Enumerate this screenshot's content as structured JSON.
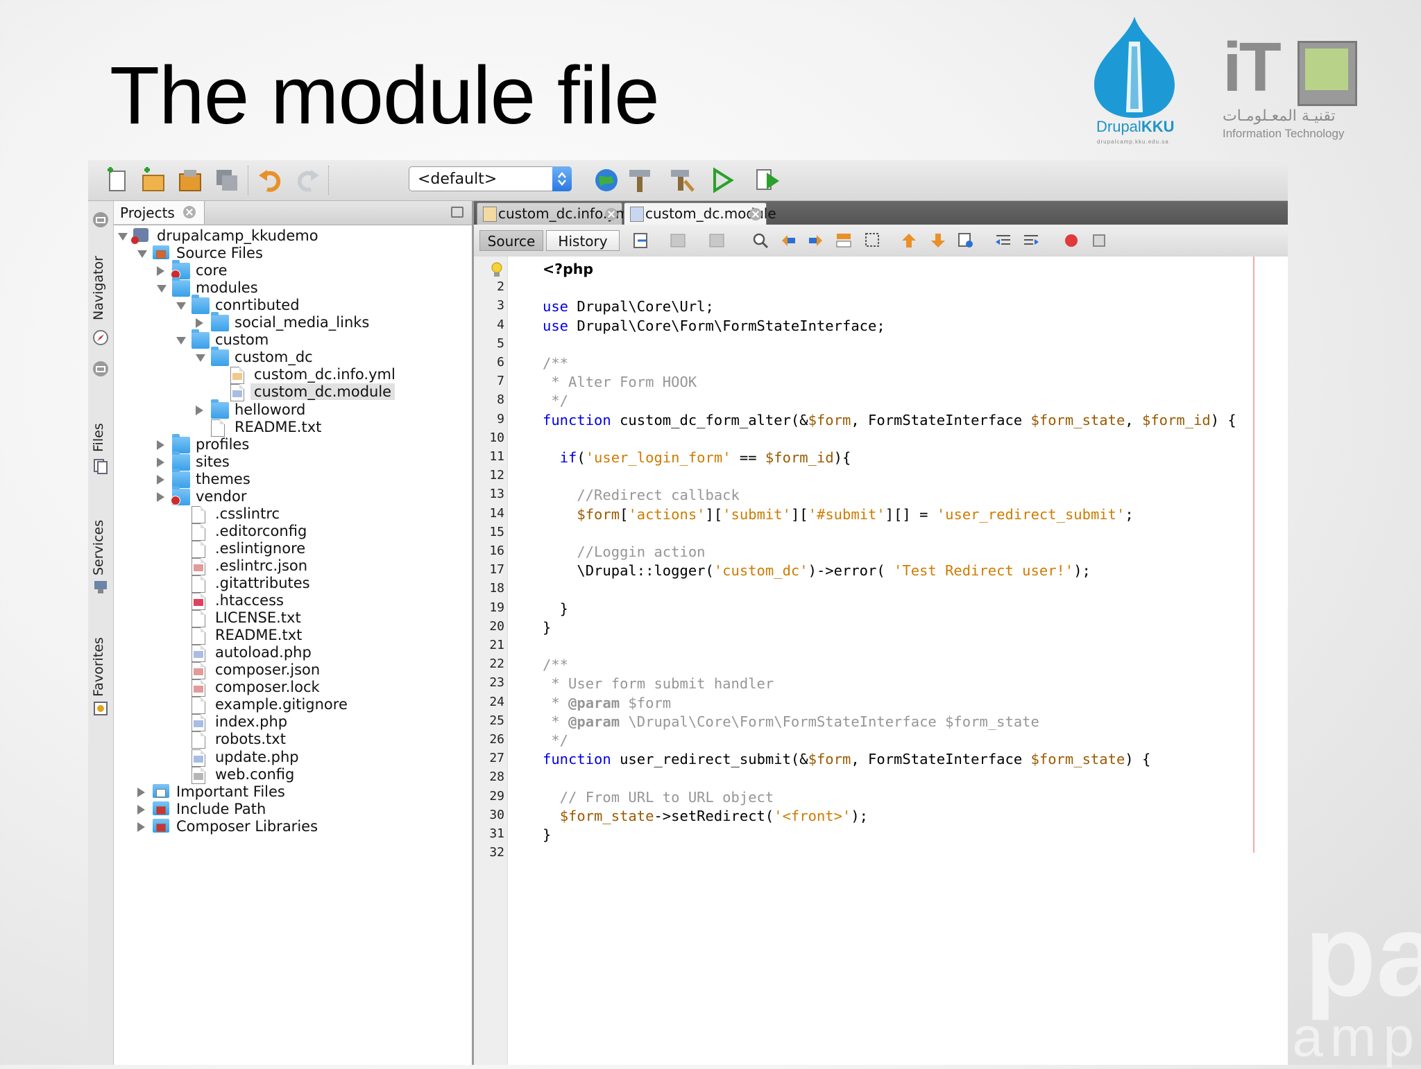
{
  "slide": {
    "title": "The module file"
  },
  "logos": {
    "drupal_name_a": "Drupal",
    "drupal_name_b": "KKU",
    "drupal_url": "drupalcamp.kku.edu.sa",
    "it_text": "iT",
    "it_arabic": "تقنيـة المعـلومـات",
    "it_english": "Information Technology",
    "watermark_1": "pa",
    "watermark_2": "amp"
  },
  "toolbar": {
    "config_value": "<default>",
    "icons": [
      "new-file-icon",
      "new-project-icon",
      "open-project-icon",
      "save-all-icon",
      "undo-icon",
      "redo-icon",
      "browser-icon",
      "build-icon",
      "clean-build-icon",
      "run-icon",
      "debug-icon"
    ]
  },
  "side_tabs": {
    "navigator": "Navigator",
    "files": "Files",
    "services": "Services",
    "favorites": "Favorites"
  },
  "projects": {
    "tab_label": "Projects",
    "tree": [
      {
        "label": "drupalcamp_kkudemo",
        "depth": 0,
        "tw": "open",
        "icon": "project"
      },
      {
        "label": "Source Files",
        "depth": 1,
        "tw": "open",
        "icon": "source"
      },
      {
        "label": "core",
        "depth": 2,
        "tw": "closed",
        "icon": "folder-red"
      },
      {
        "label": "modules",
        "depth": 2,
        "tw": "open",
        "icon": "folder"
      },
      {
        "label": "conrtibuted",
        "depth": 3,
        "tw": "open",
        "icon": "folder"
      },
      {
        "label": "social_media_links",
        "depth": 4,
        "tw": "closed",
        "icon": "folder"
      },
      {
        "label": "custom",
        "depth": 3,
        "tw": "open",
        "icon": "folder"
      },
      {
        "label": "custom_dc",
        "depth": 4,
        "tw": "open",
        "icon": "folder"
      },
      {
        "label": "custom_dc.info.yml",
        "depth": 5,
        "tw": "",
        "icon": "yml"
      },
      {
        "label": "custom_dc.module",
        "depth": 5,
        "tw": "",
        "icon": "php",
        "selected": true
      },
      {
        "label": "helloword",
        "depth": 4,
        "tw": "closed",
        "icon": "folder"
      },
      {
        "label": "README.txt",
        "depth": 4,
        "tw": "",
        "icon": "doc"
      },
      {
        "label": "profiles",
        "depth": 2,
        "tw": "closed",
        "icon": "folder"
      },
      {
        "label": "sites",
        "depth": 2,
        "tw": "closed",
        "icon": "folder"
      },
      {
        "label": "themes",
        "depth": 2,
        "tw": "closed",
        "icon": "folder"
      },
      {
        "label": "vendor",
        "depth": 2,
        "tw": "closed",
        "icon": "folder-red"
      },
      {
        "label": ".csslintrc",
        "depth": 3,
        "tw": "",
        "icon": "doc"
      },
      {
        "label": ".editorconfig",
        "depth": 3,
        "tw": "",
        "icon": "doc"
      },
      {
        "label": ".eslintignore",
        "depth": 3,
        "tw": "",
        "icon": "doc"
      },
      {
        "label": ".eslintrc.json",
        "depth": 3,
        "tw": "",
        "icon": "json"
      },
      {
        "label": ".gitattributes",
        "depth": 3,
        "tw": "",
        "icon": "doc"
      },
      {
        "label": ".htaccess",
        "depth": 3,
        "tw": "",
        "icon": "htaccess"
      },
      {
        "label": "LICENSE.txt",
        "depth": 3,
        "tw": "",
        "icon": "doc"
      },
      {
        "label": "README.txt",
        "depth": 3,
        "tw": "",
        "icon": "doc"
      },
      {
        "label": "autoload.php",
        "depth": 3,
        "tw": "",
        "icon": "php"
      },
      {
        "label": "composer.json",
        "depth": 3,
        "tw": "",
        "icon": "json"
      },
      {
        "label": "composer.lock",
        "depth": 3,
        "tw": "",
        "icon": "json"
      },
      {
        "label": "example.gitignore",
        "depth": 3,
        "tw": "",
        "icon": "doc"
      },
      {
        "label": "index.php",
        "depth": 3,
        "tw": "",
        "icon": "php"
      },
      {
        "label": "robots.txt",
        "depth": 3,
        "tw": "",
        "icon": "doc"
      },
      {
        "label": "update.php",
        "depth": 3,
        "tw": "",
        "icon": "php"
      },
      {
        "label": "web.config",
        "depth": 3,
        "tw": "",
        "icon": "config"
      },
      {
        "label": "Important Files",
        "depth": 1,
        "tw": "closed",
        "icon": "important"
      },
      {
        "label": "Include Path",
        "depth": 1,
        "tw": "closed",
        "icon": "library"
      },
      {
        "label": "Composer Libraries",
        "depth": 1,
        "tw": "closed",
        "icon": "library"
      }
    ]
  },
  "editor": {
    "tabs": [
      {
        "label": "custom_dc.info.yml",
        "active": false
      },
      {
        "label": "custom_dc.module",
        "active": true
      }
    ],
    "source_label": "Source",
    "history_label": "History",
    "current_line": 30,
    "lines": [
      {
        "n": 1,
        "segs": [
          [
            "<?php",
            "php"
          ]
        ]
      },
      {
        "n": 2,
        "segs": []
      },
      {
        "n": 3,
        "segs": [
          [
            "use",
            "kw"
          ],
          [
            " Drupal\\Core\\Url;",
            ""
          ]
        ]
      },
      {
        "n": 4,
        "segs": [
          [
            "use",
            "kw"
          ],
          [
            " Drupal\\Core\\Form\\FormStateInterface;",
            ""
          ]
        ]
      },
      {
        "n": 5,
        "segs": []
      },
      {
        "n": 6,
        "segs": [
          [
            "/**",
            "cm"
          ]
        ]
      },
      {
        "n": 7,
        "segs": [
          [
            " * Alter Form HOOK",
            "cm"
          ]
        ]
      },
      {
        "n": 8,
        "segs": [
          [
            " */",
            "cm"
          ]
        ]
      },
      {
        "n": 9,
        "segs": [
          [
            "function",
            "kw"
          ],
          [
            " custom_dc_form_alter(&",
            ""
          ],
          [
            "$form",
            "var"
          ],
          [
            ", FormStateInterface ",
            ""
          ],
          [
            "$form_state",
            "var"
          ],
          [
            ", ",
            ""
          ],
          [
            "$form_id",
            "var"
          ],
          [
            ") {",
            ""
          ]
        ]
      },
      {
        "n": 10,
        "segs": []
      },
      {
        "n": 11,
        "segs": [
          [
            "  ",
            ""
          ],
          [
            "if",
            "kw"
          ],
          [
            "(",
            ""
          ],
          [
            "'user_login_form'",
            "str"
          ],
          [
            " == ",
            ""
          ],
          [
            "$form_id",
            "var"
          ],
          [
            "){",
            ""
          ]
        ]
      },
      {
        "n": 12,
        "segs": []
      },
      {
        "n": 13,
        "segs": [
          [
            "    //Redirect callback",
            "cm"
          ]
        ]
      },
      {
        "n": 14,
        "segs": [
          [
            "    ",
            ""
          ],
          [
            "$form",
            "var"
          ],
          [
            "[",
            ""
          ],
          [
            "'actions'",
            "str"
          ],
          [
            "][",
            ""
          ],
          [
            "'submit'",
            "str"
          ],
          [
            "][",
            ""
          ],
          [
            "'#submit'",
            "str"
          ],
          [
            "][] = ",
            ""
          ],
          [
            "'user_redirect_submit'",
            "str"
          ],
          [
            ";",
            ""
          ]
        ]
      },
      {
        "n": 15,
        "segs": []
      },
      {
        "n": 16,
        "segs": [
          [
            "    //Loggin action",
            "cm"
          ]
        ]
      },
      {
        "n": 17,
        "segs": [
          [
            "    \\Drupal::logger(",
            ""
          ],
          [
            "'custom_dc'",
            "str"
          ],
          [
            ")->error( ",
            ""
          ],
          [
            "'Test Redirect user!'",
            "str"
          ],
          [
            ");",
            ""
          ]
        ]
      },
      {
        "n": 18,
        "segs": []
      },
      {
        "n": 19,
        "segs": [
          [
            "  }",
            ""
          ]
        ]
      },
      {
        "n": 20,
        "segs": [
          [
            "}",
            ""
          ]
        ]
      },
      {
        "n": 21,
        "segs": []
      },
      {
        "n": 22,
        "segs": [
          [
            "/**",
            "cm"
          ]
        ]
      },
      {
        "n": 23,
        "segs": [
          [
            " * User form submit handler",
            "cm"
          ]
        ]
      },
      {
        "n": 24,
        "segs": [
          [
            " * ",
            "cm"
          ],
          [
            "@param",
            "cmb"
          ],
          [
            " $form",
            "cm"
          ]
        ]
      },
      {
        "n": 25,
        "segs": [
          [
            " * ",
            "cm"
          ],
          [
            "@param",
            "cmb"
          ],
          [
            " \\Drupal\\Core\\Form\\FormStateInterface $form_state",
            "cm"
          ]
        ]
      },
      {
        "n": 26,
        "segs": [
          [
            " */",
            "cm"
          ]
        ]
      },
      {
        "n": 27,
        "segs": [
          [
            "function",
            "kw"
          ],
          [
            " user_redirect_submit(&",
            ""
          ],
          [
            "$form",
            "var"
          ],
          [
            ", FormStateInterface ",
            ""
          ],
          [
            "$form_state",
            "var"
          ],
          [
            ") {",
            ""
          ]
        ]
      },
      {
        "n": 28,
        "segs": []
      },
      {
        "n": 29,
        "segs": [
          [
            "  // From URL to URL object",
            "cm"
          ]
        ]
      },
      {
        "n": 30,
        "segs": [
          [
            "  ",
            ""
          ],
          [
            "$form_state",
            "var"
          ],
          [
            "->setRedirect(",
            ""
          ],
          [
            "'<front>'",
            "str"
          ],
          [
            ");",
            ""
          ]
        ]
      },
      {
        "n": 31,
        "segs": [
          [
            "}",
            ""
          ]
        ]
      },
      {
        "n": 32,
        "segs": []
      }
    ],
    "colors": {
      "keyword": "#0000e6",
      "string": "#ce7b00",
      "variable": "#9b5a00",
      "comment": "#969696"
    }
  }
}
